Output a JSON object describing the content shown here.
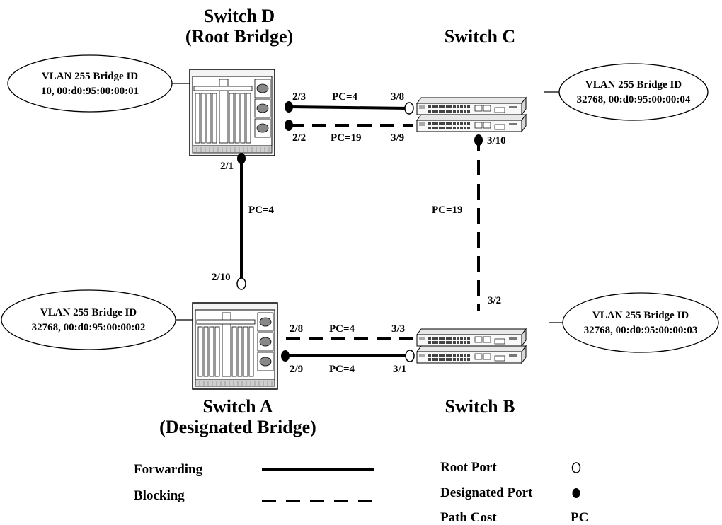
{
  "switches": {
    "d": {
      "title1": "Switch D",
      "title2": "(Root Bridge)"
    },
    "c": {
      "title1": "Switch C"
    },
    "a": {
      "title1": "Switch A",
      "title2": "(Designated Bridge)"
    },
    "b": {
      "title1": "Switch B"
    }
  },
  "bridge_ids": {
    "d": {
      "line1": "VLAN 255 Bridge ID",
      "line2": "10, 00:d0:95:00:00:01"
    },
    "c": {
      "line1": "VLAN 255 Bridge ID",
      "line2": "32768, 00:d0:95:00:00:04"
    },
    "a": {
      "line1": "VLAN 255 Bridge ID",
      "line2": "32768, 00:d0:95:00:00:02"
    },
    "b": {
      "line1": "VLAN 255 Bridge ID",
      "line2": "32768, 00:d0:95:00:00:03"
    }
  },
  "links": {
    "d_c_top": {
      "port_left": "2/3",
      "port_right": "3/8",
      "cost": "PC=4",
      "state": "forwarding"
    },
    "d_c_bottom": {
      "port_left": "2/2",
      "port_right": "3/9",
      "cost": "PC=19",
      "state": "blocking"
    },
    "d_a": {
      "port_top": "2/1",
      "port_bottom": "2/10",
      "cost": "PC=4",
      "state": "forwarding"
    },
    "c_b": {
      "port_top": "3/10",
      "port_bottom": "3/2",
      "cost": "PC=19",
      "state": "blocking"
    },
    "a_b_top": {
      "port_left": "2/8",
      "port_right": "3/3",
      "cost": "PC=4",
      "state": "blocking"
    },
    "a_b_bottom": {
      "port_left": "2/9",
      "port_right": "3/1",
      "cost": "PC=4",
      "state": "forwarding"
    }
  },
  "legend": {
    "forwarding": "Forwarding",
    "blocking": "Blocking",
    "root_port": "Root Port",
    "designated_port": "Designated Port",
    "path_cost": "Path Cost",
    "path_cost_symbol": "PC"
  },
  "colors": {
    "ink": "#000000",
    "chassis": "#f2f2f2",
    "port_led": "#444444"
  }
}
